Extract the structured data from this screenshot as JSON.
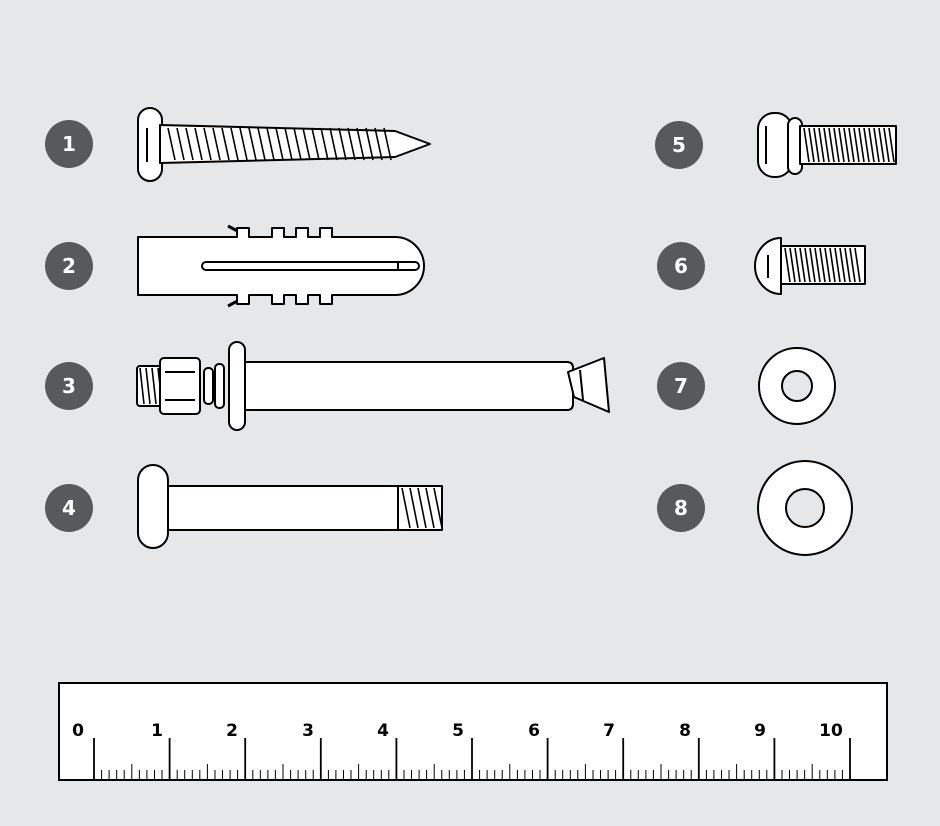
{
  "colors": {
    "background": "#E6E7E8",
    "badge": "#58595B",
    "line": "#000000",
    "part_fill": "#FFFFFF",
    "washer_hole": "#E6E7E8"
  },
  "parts": [
    {
      "label": "1",
      "icon": "wood-screw-icon"
    },
    {
      "label": "2",
      "icon": "wall-plug-icon"
    },
    {
      "label": "3",
      "icon": "sleeve-anchor-bolt-icon"
    },
    {
      "label": "4",
      "icon": "barrel-nut-bolt-icon"
    },
    {
      "label": "5",
      "icon": "machine-screw-with-washer-icon"
    },
    {
      "label": "6",
      "icon": "pan-head-machine-screw-icon"
    },
    {
      "label": "7",
      "icon": "small-flat-washer-icon"
    },
    {
      "label": "8",
      "icon": "large-flat-washer-icon"
    }
  ],
  "ruler": {
    "numbers": [
      "0",
      "1",
      "2",
      "3",
      "4",
      "5",
      "6",
      "7",
      "8",
      "9",
      "10"
    ]
  }
}
